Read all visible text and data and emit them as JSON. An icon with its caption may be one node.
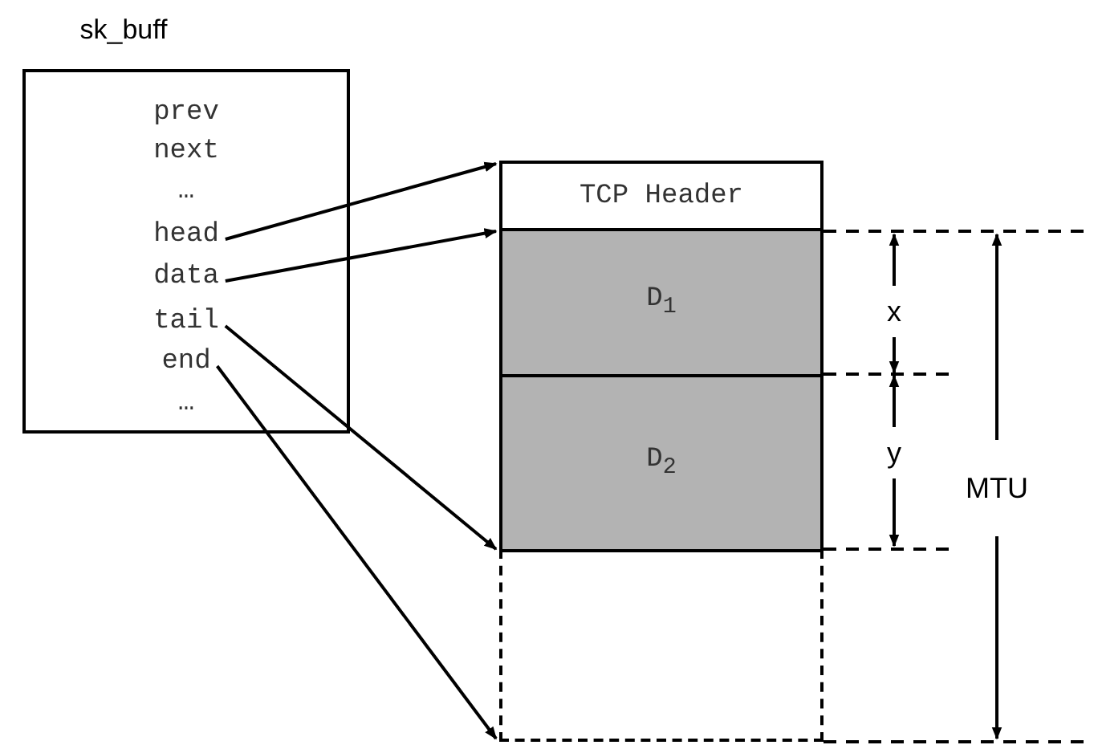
{
  "diagram": {
    "nodes": [
      {
        "text": [
          "sk_buff"
        ]
      },
      {
        "text": [
          "prev"
        ],
        "in": 0
      },
      {
        "text": [
          "next"
        ],
        "in": 0
      },
      {
        "text": [
          "…"
        ],
        "in": 0
      },
      {
        "text": [
          "head"
        ],
        "in": 0
      },
      {
        "text": [
          "data"
        ],
        "in": 0
      },
      {
        "text": [
          "tail"
        ],
        "in": 0
      },
      {
        "text": [
          "end"
        ],
        "in": 0
      },
      {
        "text": [
          "…"
        ],
        "in": 0
      },
      {
        "text": [
          "TCP Header"
        ]
      },
      {
        "text": [
          "D$_{1}$"
        ]
      },
      {
        "text": [
          "D$_{2}$"
        ]
      },
      {
        "text": [],
        "shape": "box"
      }
    ],
    "edges": [
      {
        "from": 4,
        "to": 9,
        "arrow": "to"
      },
      {
        "from": 5,
        "to": 10,
        "arrow": "to"
      },
      {
        "from": 6,
        "to": 11,
        "arrow": "to"
      },
      {
        "from": 7,
        "to": 12,
        "arrow": "to"
      }
    ],
    "labels": [
      "x",
      "y",
      "MTU"
    ]
  }
}
